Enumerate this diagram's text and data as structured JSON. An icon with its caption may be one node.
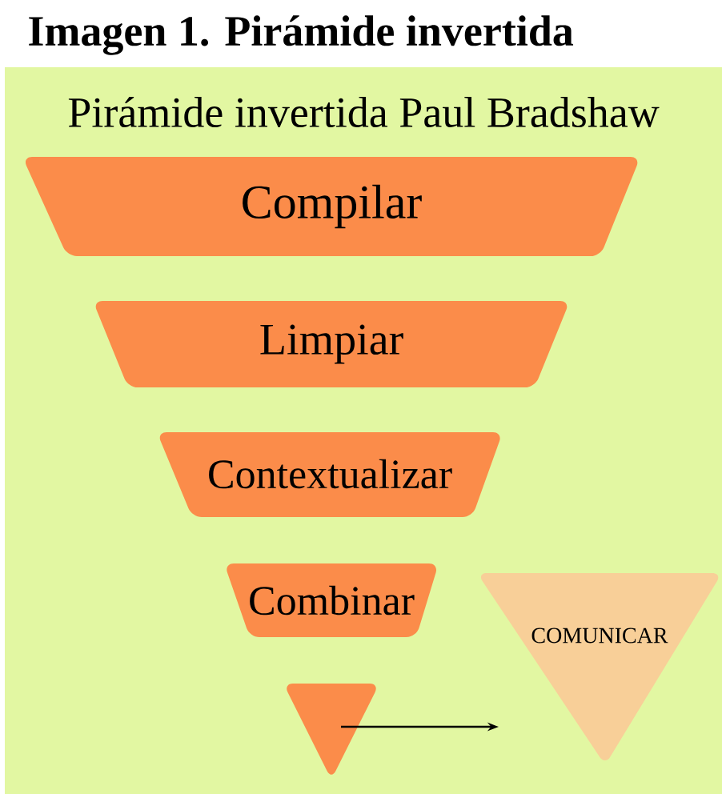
{
  "diagram": {
    "title": "Imagen 1. Pirámide invertida",
    "nodes": [
      {
        "text": [
          "Compilar"
        ]
      },
      {
        "text": [
          "Limpiar"
        ]
      },
      {
        "text": [
          "Contextualizar"
        ]
      },
      {
        "text": [
          "Combinar"
        ]
      },
      {
        "text": [],
        "shape": "triangle"
      },
      {
        "text": [
          "COMUNICAR"
        ]
      }
    ],
    "edges": [
      {
        "from": 4,
        "to": 5,
        "arrow": "to"
      }
    ],
    "labels": [
      "Pirámide invertida Paul Bradshaw"
    ]
  }
}
